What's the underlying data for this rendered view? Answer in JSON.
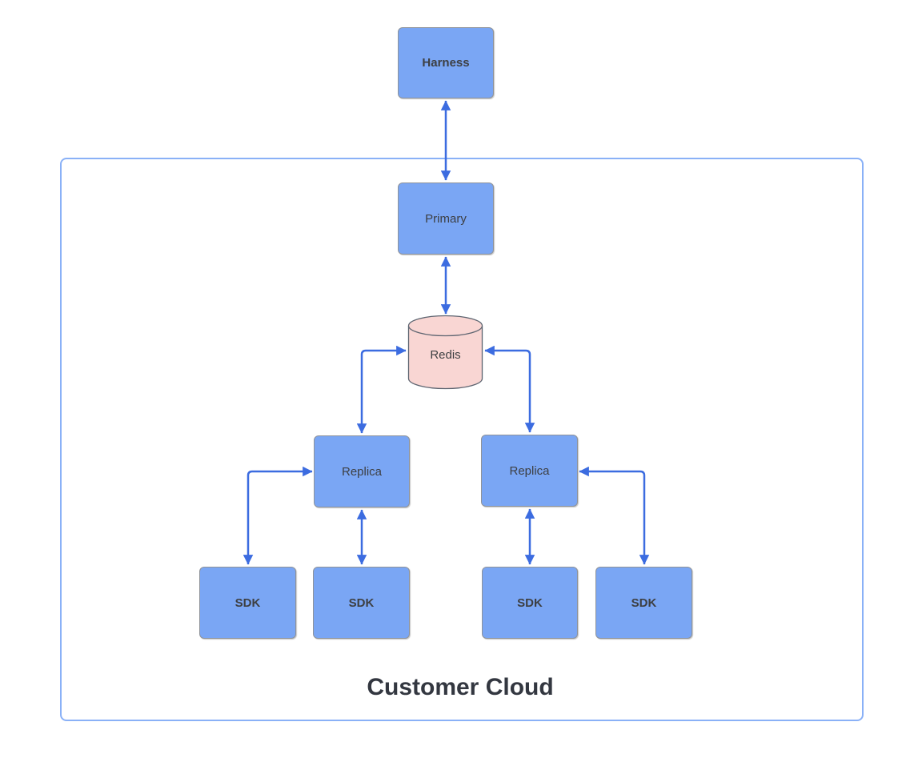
{
  "diagram": {
    "title": "Customer Cloud",
    "nodes": {
      "harness": {
        "label": "Harness",
        "shape": "rounded-rectangle",
        "fill": "#7aa6f4"
      },
      "primary": {
        "label": "Primary",
        "shape": "rounded-rectangle",
        "fill": "#7aa6f4"
      },
      "redis": {
        "label": "Redis",
        "shape": "cylinder",
        "fill": "#f9d6d3"
      },
      "replica_left": {
        "label": "Replica",
        "shape": "rounded-rectangle",
        "fill": "#7aa6f4"
      },
      "replica_right": {
        "label": "Replica",
        "shape": "rounded-rectangle",
        "fill": "#7aa6f4"
      },
      "sdk_outer_left": {
        "label": "SDK",
        "shape": "rounded-rectangle",
        "fill": "#7aa6f4"
      },
      "sdk_inner_left": {
        "label": "SDK",
        "shape": "rounded-rectangle",
        "fill": "#7aa6f4"
      },
      "sdk_inner_right": {
        "label": "SDK",
        "shape": "rounded-rectangle",
        "fill": "#7aa6f4"
      },
      "sdk_outer_right": {
        "label": "SDK",
        "shape": "rounded-rectangle",
        "fill": "#7aa6f4"
      }
    },
    "edges": [
      {
        "from": "harness",
        "to": "primary",
        "bidirectional": true
      },
      {
        "from": "primary",
        "to": "redis",
        "bidirectional": true
      },
      {
        "from": "redis",
        "to": "replica_left",
        "bidirectional": true
      },
      {
        "from": "redis",
        "to": "replica_right",
        "bidirectional": true
      },
      {
        "from": "replica_left",
        "to": "sdk_outer_left",
        "bidirectional": true
      },
      {
        "from": "replica_left",
        "to": "sdk_inner_left",
        "bidirectional": true
      },
      {
        "from": "replica_right",
        "to": "sdk_inner_right",
        "bidirectional": true
      },
      {
        "from": "replica_right",
        "to": "sdk_outer_right",
        "bidirectional": true
      }
    ],
    "colors": {
      "node_fill": "#7aa6f4",
      "node_border": "#8f9399",
      "redis_fill": "#f9d6d3",
      "redis_border": "#5d6470",
      "arrow": "#3c6ce0",
      "boundary_border": "#8ab1f7",
      "node_text": "#3d3f42",
      "title_text": "#333740"
    }
  }
}
